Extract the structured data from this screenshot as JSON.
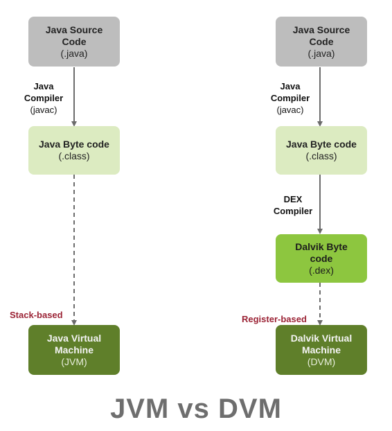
{
  "left": {
    "source": {
      "title": "Java Source Code",
      "sub": "(.java)"
    },
    "compiler": {
      "line1": "Java",
      "line2": "Compiler",
      "line3": "(javac)"
    },
    "bytecode": {
      "title": "Java Byte code",
      "sub": "(.class)"
    },
    "tag": "Stack-based",
    "vm": {
      "title": "Java Virtual Machine",
      "sub": "(JVM)"
    }
  },
  "right": {
    "source": {
      "title": "Java Source Code",
      "sub": "(.java)"
    },
    "compiler": {
      "line1": "Java",
      "line2": "Compiler",
      "line3": "(javac)"
    },
    "bytecode": {
      "title": "Java Byte code",
      "sub": "(.class)"
    },
    "dex_compiler": {
      "line1": "DEX",
      "line2": "Compiler"
    },
    "dalvik_bytecode": {
      "title": "Dalvik Byte code",
      "sub": "(.dex)"
    },
    "tag": "Register-based",
    "vm": {
      "title": "Dalvik Virtual Machine",
      "sub": "(DVM)"
    }
  },
  "title": "JVM vs DVM",
  "colors": {
    "source_box": "#bdbdbd",
    "bytecode_box": "#dcebc1",
    "dalvik_bytecode_box": "#8dc63f",
    "vm_box": "#5f7f2a",
    "tag_text": "#9b2335",
    "arrow": "#6b6b6b",
    "title_text": "#6e6e6e"
  }
}
